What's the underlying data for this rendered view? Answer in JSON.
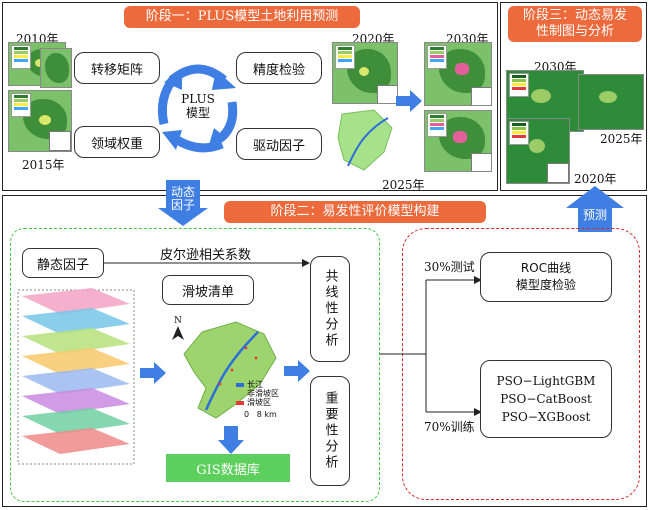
{
  "stage1": {
    "title": "阶段一：PLUS模型土地利用预测",
    "years": {
      "y2010": "2010年",
      "y2015": "2015年",
      "y2020": "2020年",
      "y2025": "2025年",
      "y2030": "2030年"
    },
    "boxes": {
      "transfer": "转移矩阵",
      "neighborhood": "领域权重",
      "accuracy": "精度检验",
      "drivers": "驱动因子"
    },
    "cycle_label": "PLUS\n模型"
  },
  "stage3": {
    "title": "阶段三：动态易发性制图与分析",
    "years": {
      "y2030": "2030年",
      "y2025": "2025年",
      "y2020": "2020年"
    }
  },
  "connectors": {
    "dynamic_factor": "动态因子",
    "prediction": "预测"
  },
  "stage2": {
    "title": "阶段二：易发性评价模型构建",
    "static_factor": "静态因子",
    "pearson": "皮尔逊相关系数",
    "landslide_list": "滑坡清单",
    "gis_db": "GIS数据库",
    "collinearity": "共线性分析",
    "importance": "重要性分析",
    "test_split": "30%测试",
    "train_split": "70%训练",
    "roc_box": [
      "ROC曲线",
      "模型度检验"
    ],
    "models": [
      "PSO−LightGBM",
      "PSO−CatBoost",
      "PSO−XGBoost"
    ],
    "map_legend": [
      "长江",
      "非滑坡区",
      "滑坡区"
    ],
    "scale": "0   8 km",
    "north": "N"
  },
  "colors": {
    "accent_orange": "#ec6a3c",
    "arrow_blue": "#3f7ee3",
    "gis_green": "#5ccf5c",
    "green_dash": "#3ec43e",
    "red_dash": "#d42a2a"
  }
}
